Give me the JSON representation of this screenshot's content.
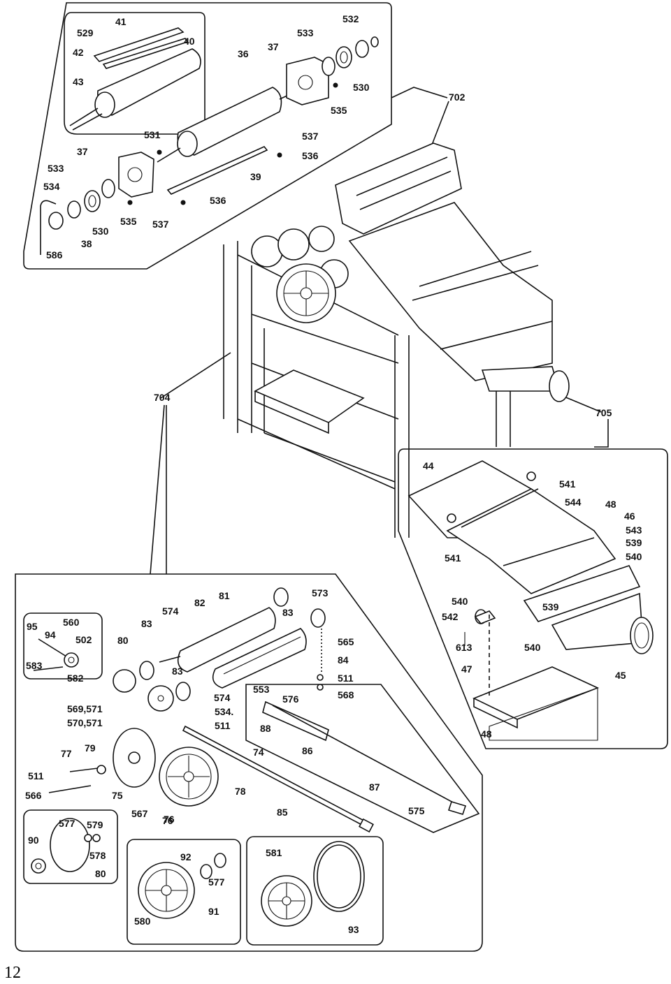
{
  "page_number": "12",
  "callouts": {
    "top": [
      "41",
      "529",
      "42",
      "40",
      "36",
      "37",
      "43",
      "533",
      "532",
      "530",
      "535",
      "702",
      "531",
      "537",
      "536",
      "39",
      "37",
      "533",
      "534",
      "535",
      "537",
      "536",
      "530",
      "38",
      "586"
    ],
    "middle": [
      "704",
      "705"
    ],
    "right": [
      "44",
      "541",
      "544",
      "48",
      "46",
      "543",
      "539",
      "540",
      "541",
      "540",
      "542",
      "539",
      "613",
      "540",
      "47",
      "45",
      "48"
    ],
    "bottom": [
      "82",
      "81",
      "573",
      "95",
      "560",
      "574",
      "83",
      "83",
      "565",
      "94",
      "502",
      "80",
      "84",
      "583",
      "582",
      "83",
      "511",
      "568",
      "574",
      "553",
      "576",
      "569,571",
      "534.",
      "570,571",
      "511",
      "88",
      "86",
      "77",
      "79",
      "74",
      "511",
      "75",
      "78",
      "87",
      "566",
      "85",
      "567",
      "76",
      "575",
      "577",
      "579",
      "90",
      "578",
      "80",
      "76",
      "581",
      "92",
      "577",
      "580",
      "91",
      "93"
    ]
  }
}
